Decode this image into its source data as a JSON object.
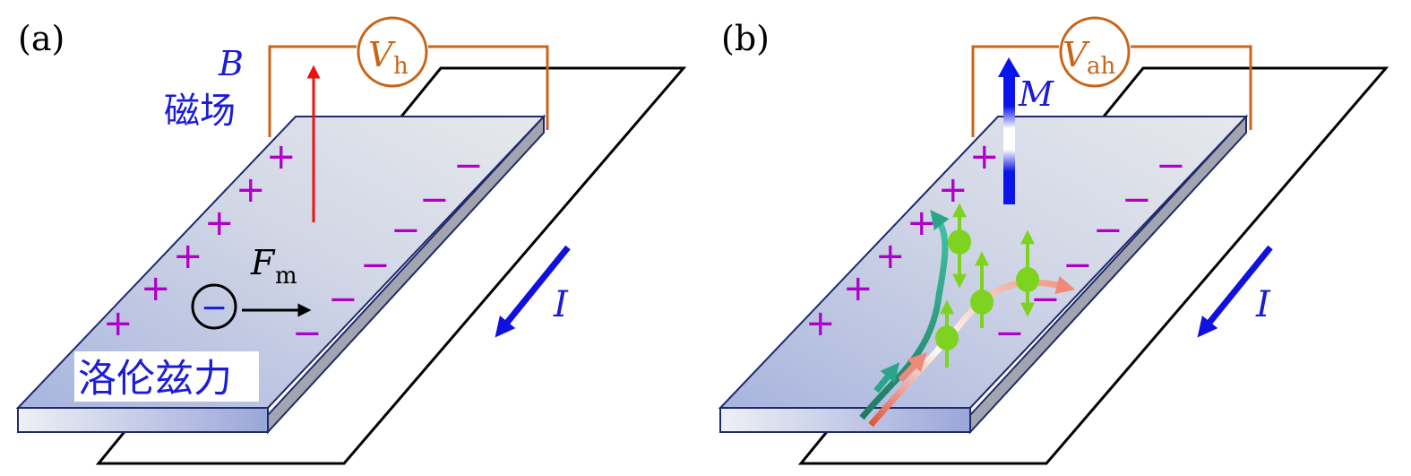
{
  "panel_a": {
    "label": "(a)",
    "voltmeter": {
      "symbol": "V",
      "subscript": "h"
    },
    "field": {
      "symbol": "B",
      "name": "磁场"
    },
    "force": {
      "symbol": "F",
      "subscript": "m"
    },
    "electron_sign": "−",
    "plus_sign": "+",
    "minus_sign": "−",
    "current_symbol": "I",
    "lorentz_label": "洛伦兹力"
  },
  "panel_b": {
    "label": "(b)",
    "voltmeter": {
      "symbol": "V",
      "subscript": "ah"
    },
    "magnetization_symbol": "M",
    "plus_sign": "+",
    "minus_sign": "−",
    "current_symbol": "I"
  },
  "colors": {
    "slab_edge": "#1f2a6b",
    "voltmeter_wire": "#c8651b",
    "plus_minus": "#b000c8",
    "field_arrow": "#ee1111",
    "label_blue": "#1c1cd8",
    "current_arrow": "#1010e0",
    "spin_ball": "#7ed321",
    "teal_path": "#2aa58c",
    "salmon_path": "#f08a78"
  }
}
